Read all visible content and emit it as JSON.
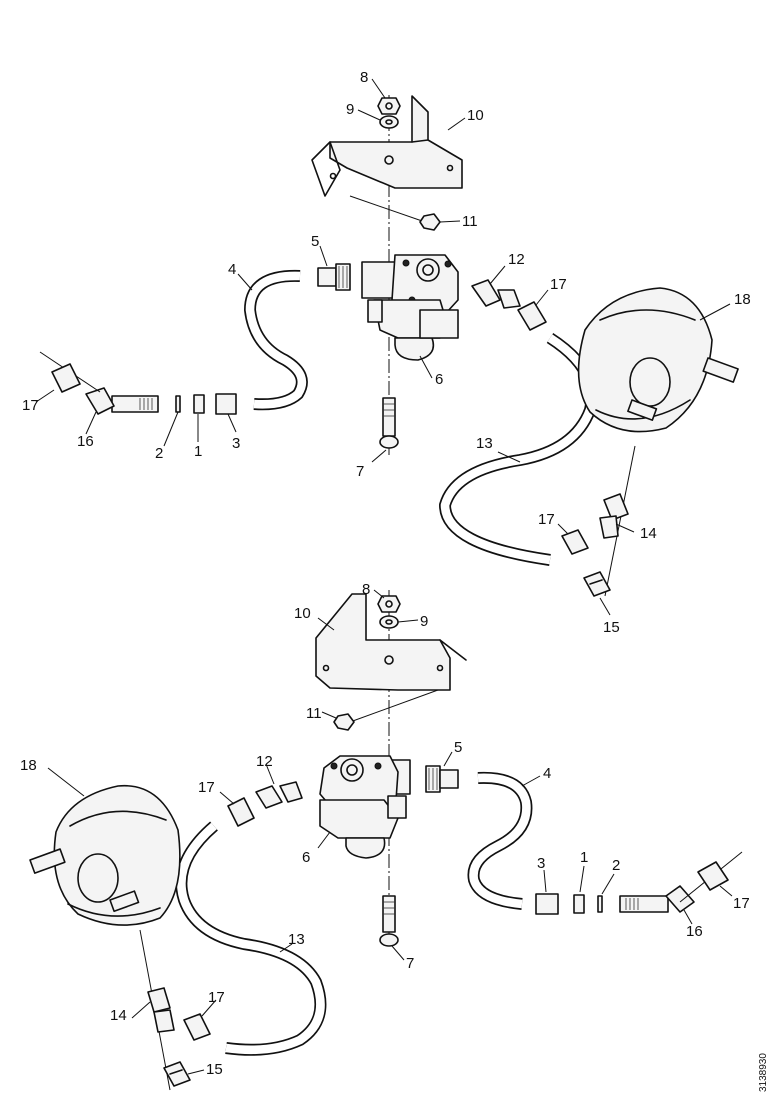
{
  "figure": {
    "reference_code": "3138930"
  },
  "callouts": {
    "top": {
      "c1": "1",
      "c2": "2",
      "c3": "3",
      "c4": "4",
      "c5": "5",
      "c6": "6",
      "c7": "7",
      "c8": "8",
      "c9": "9",
      "c10": "10",
      "c11": "11",
      "c12": "12",
      "c13": "13",
      "c14": "14",
      "c15": "15",
      "c16": "16",
      "c17a": "17",
      "c17b": "17",
      "c17c": "17",
      "c18": "18"
    },
    "bottom": {
      "c1": "1",
      "c2": "2",
      "c3": "3",
      "c4": "4",
      "c5": "5",
      "c6": "6",
      "c7": "7",
      "c8": "8",
      "c9": "9",
      "c10": "10",
      "c11": "11",
      "c12": "12",
      "c13": "13",
      "c14": "14",
      "c15": "15",
      "c16": "16",
      "c17a": "17",
      "c17b": "17",
      "c17c": "17",
      "c18": "18"
    }
  }
}
